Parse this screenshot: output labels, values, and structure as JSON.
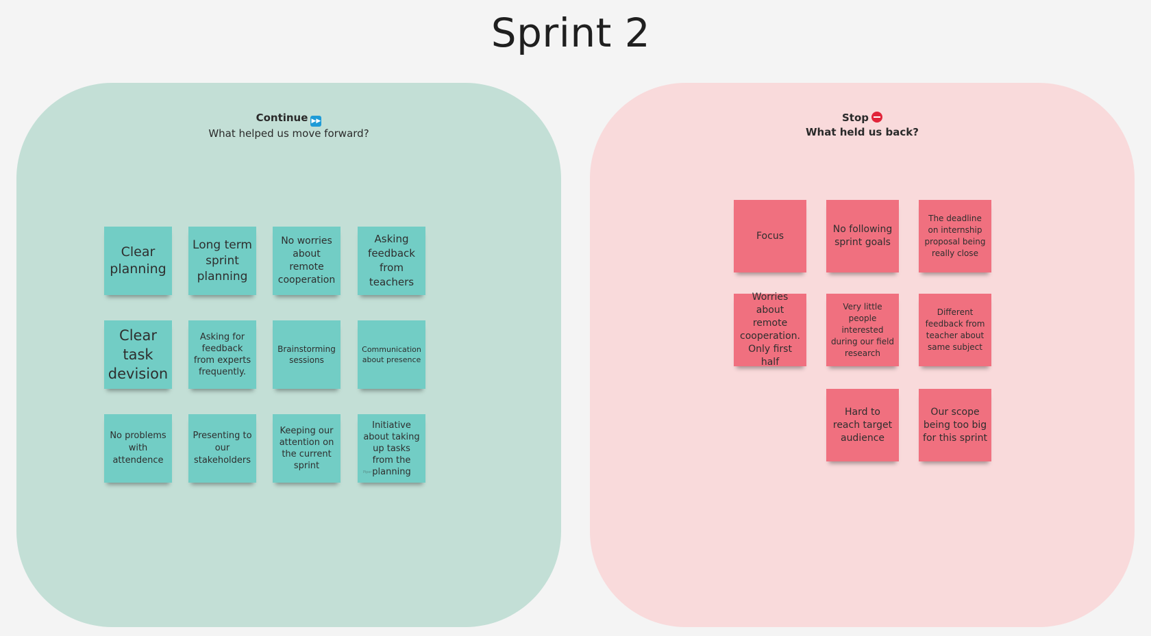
{
  "board": {
    "title": "Sprint 2"
  },
  "continue": {
    "title": "Continue",
    "subtitle": "What helped us move forward?",
    "icon": "fast-forward-icon",
    "color": "#c3dfd6",
    "notes": [
      "Clear planning",
      "Long term sprint planning",
      "No worries about remote cooperation",
      "Asking feedback from teachers",
      "Clear task devision",
      "Asking for feedback from experts frequently.",
      "Brainstorming sessions",
      "Communication about presence",
      "No problems with attendence",
      "Presenting to our stakeholders",
      "Keeping our attention on the current sprint",
      "Initiative about taking up tasks from the planning"
    ],
    "note_tag": "Piper"
  },
  "stop": {
    "title": "Stop",
    "subtitle": "What held us back?",
    "icon": "no-entry-icon",
    "color": "#f9dadb",
    "notes": [
      "Focus",
      "No following sprint goals",
      "The deadline on internship proposal being really close",
      "Worries about remote cooperation. Only first half",
      "Very little people interested during our field research",
      "Different feedback from teacher about same subject",
      "Hard to reach target audience",
      "Our scope being too big for this sprint"
    ]
  }
}
